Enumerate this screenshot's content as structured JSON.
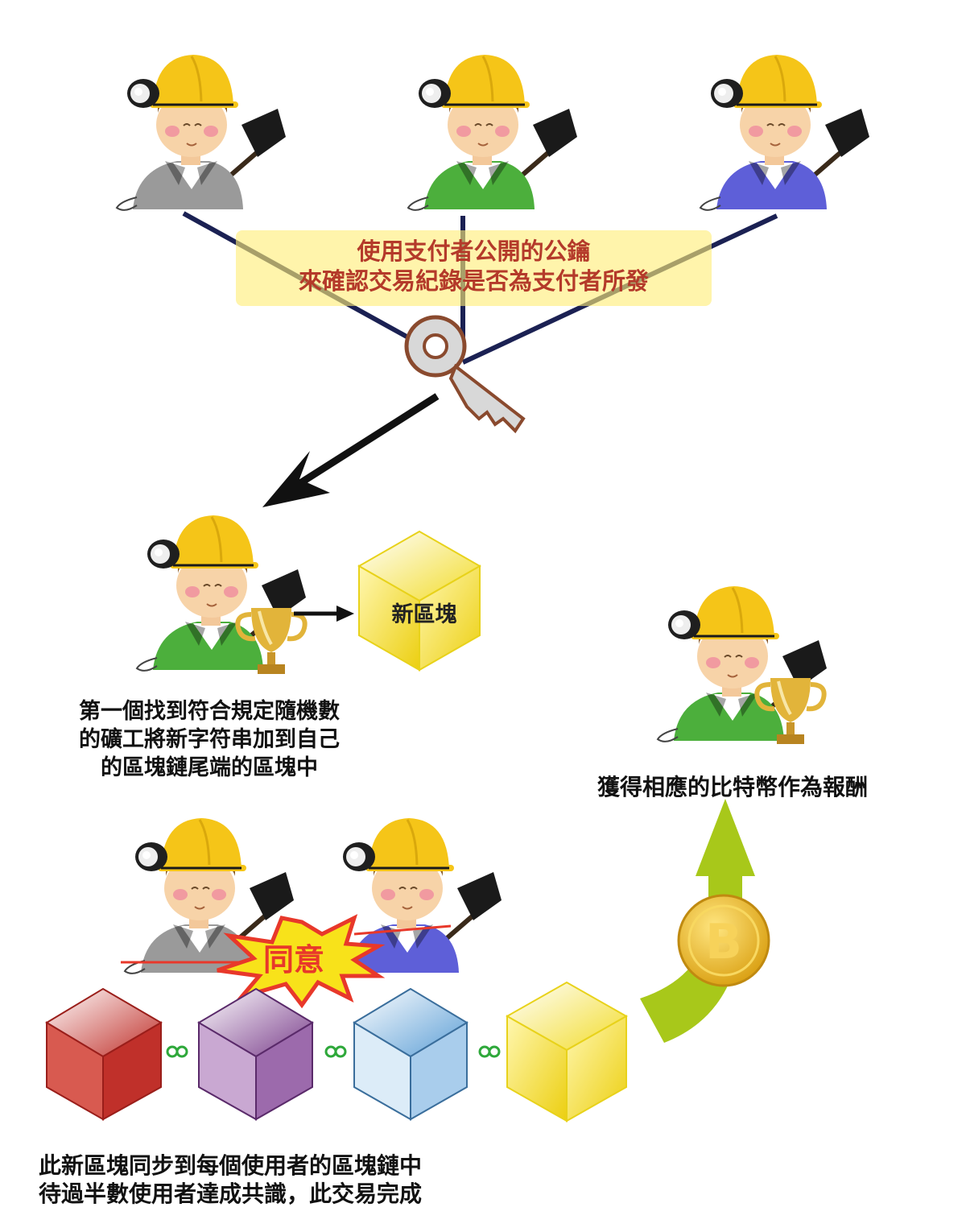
{
  "pubkey_note": {
    "line1": "使用支付者公開的公鑰",
    "line2": "來確認交易紀錄是否為支付者所發"
  },
  "new_block": {
    "label": "新區塊"
  },
  "first_miner_note": {
    "line1": "第一個找到符合規定隨機數",
    "line2": "的礦工將新字符串加到自己",
    "line3": "的區塊鏈尾端的區塊中"
  },
  "reward_note": {
    "text": "獲得相應的比特幣作為報酬"
  },
  "agree_burst": {
    "label": "同意"
  },
  "sync_note": {
    "line1": "此新區塊同步到每個使用者的區塊鏈中",
    "line2": "待過半數使用者達成共識，此交易完成"
  },
  "coin": {
    "symbol": "B"
  },
  "colors": {
    "helmet": "#f5c518",
    "shirt_gray": "#9a9a9a",
    "shirt_green": "#4caf3c",
    "shirt_blue": "#5e5fd8",
    "block_red": "#c0302a",
    "block_purple": "#7b3f8c",
    "block_blue": "#5d9fd6",
    "block_yellow": "#f2dc2a",
    "text_red": "#b43a2a",
    "arrow_green": "#a8c81a",
    "coin_gold": "#e8b820"
  }
}
